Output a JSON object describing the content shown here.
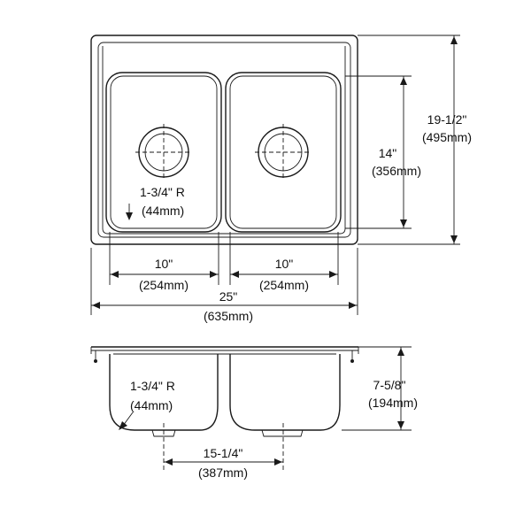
{
  "top_view": {
    "width_label": "25\"",
    "width_metric": "(635mm)",
    "depth_label": "19-1/2\"",
    "depth_metric": "(495mm)",
    "bowl_depth_label": "14\"",
    "bowl_depth_metric": "(356mm)",
    "left_bowl_width_label": "10\"",
    "left_bowl_width_metric": "(254mm)",
    "right_bowl_width_label": "10\"",
    "right_bowl_width_metric": "(254mm)",
    "corner_radius_label": "1-3/4\" R",
    "corner_radius_metric": "(44mm)"
  },
  "side_view": {
    "height_label": "7-5/8\"",
    "height_metric": "(194mm)",
    "drain_spacing_label": "15-1/4\"",
    "drain_spacing_metric": "(387mm)",
    "corner_radius_label": "1-3/4\" R",
    "corner_radius_metric": "(44mm)"
  }
}
